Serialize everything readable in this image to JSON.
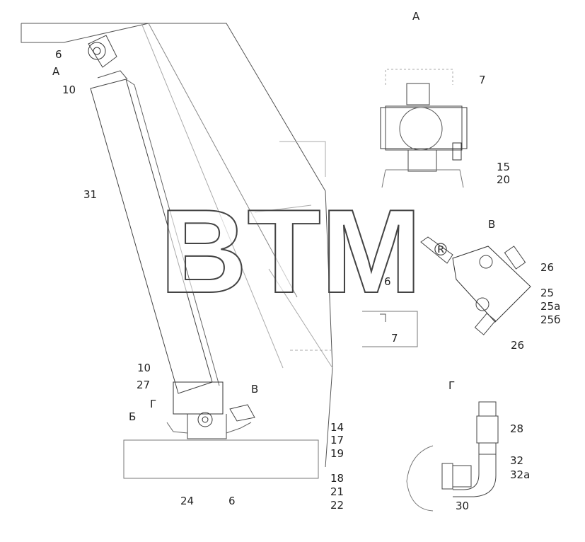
{
  "watermark": {
    "text": "BTM",
    "mark": "®"
  },
  "main_view": {
    "labels": {
      "l6_top": "6",
      "lA": "А",
      "l10_top": "10",
      "l31": "31",
      "l10_bot": "10",
      "l27": "27",
      "lG": "Г",
      "lB": "Б",
      "lV": "В",
      "l14": "14",
      "l17": "17",
      "l19": "19",
      "l18": "18",
      "l21": "21",
      "l22": "22",
      "l24": "24",
      "l6_bot": "6"
    }
  },
  "view_A": {
    "title": "А",
    "labels": {
      "l7": "7",
      "l15": "15",
      "l20": "20"
    }
  },
  "view_V": {
    "title": "В",
    "labels": {
      "l6": "6",
      "l7": "7",
      "l26_top": "26",
      "l25": "25",
      "l25a": "25а",
      "l25b": "25б",
      "l26_bot": "26"
    }
  },
  "view_G": {
    "title": "Г",
    "labels": {
      "l28": "28",
      "l32": "32",
      "l32a": "32а",
      "l30": "30"
    }
  },
  "colors": {
    "line": "#333333",
    "faint": "#9a9a9a",
    "label": "#222222"
  }
}
